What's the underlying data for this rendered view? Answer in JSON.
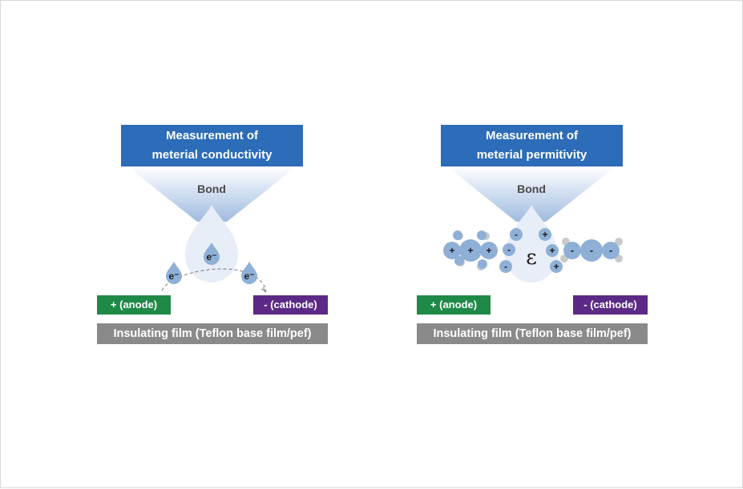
{
  "panels": [
    {
      "title_line1": "Measurement of",
      "title_line2": "meterial conductivity",
      "bond_label": "Bond",
      "anode_label": "+ (anode)",
      "cathode_label": "- (cathode)",
      "film_label": "Insulating film (Teflon base film/pef)",
      "electron_label": "e⁻"
    },
    {
      "title_line1": "Measurement of",
      "title_line2": "meterial permitivity",
      "bond_label": "Bond",
      "anode_label": "+ (anode)",
      "cathode_label": "- (cathode)",
      "film_label": "Insulating film (Teflon base film/pef)",
      "epsilon_symbol": "ε",
      "plus_sign": "+",
      "minus_sign": "-"
    }
  ],
  "colors": {
    "header_blue": "#2c6cb8",
    "anode_green": "#1f8a47",
    "cathode_purple": "#5c2a86",
    "film_gray": "#8a8a8a",
    "particle_blue": "#8fb0d6"
  }
}
